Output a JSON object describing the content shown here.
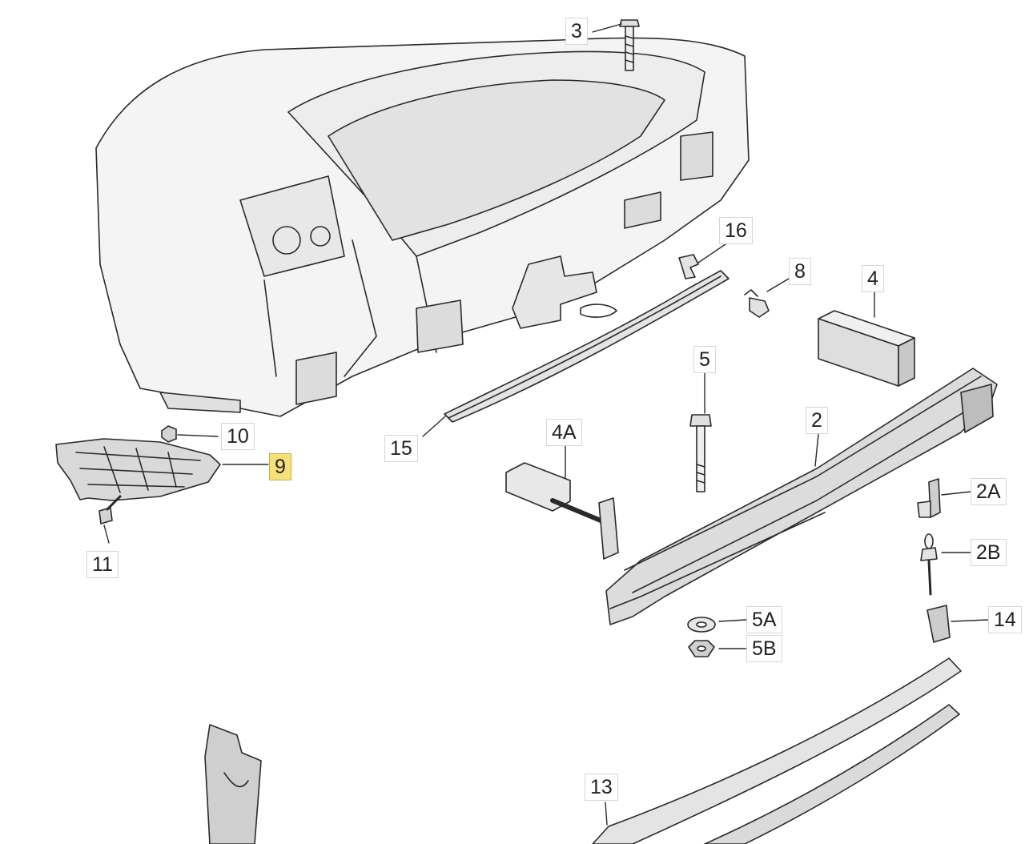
{
  "colors": {
    "line": "#2a2a2a",
    "part_fill": "#e9e9e9",
    "part_shade": "#cfcfcf",
    "part_dark": "#9a9a9a",
    "highlight": "#f5e17a"
  },
  "callouts": {
    "c3": {
      "label": "3",
      "highlighted": false
    },
    "c16": {
      "label": "16",
      "highlighted": false
    },
    "c8": {
      "label": "8",
      "highlighted": false
    },
    "c4": {
      "label": "4",
      "highlighted": false
    },
    "c5": {
      "label": "5",
      "highlighted": false
    },
    "c10": {
      "label": "10",
      "highlighted": false
    },
    "c9": {
      "label": "9",
      "highlighted": true
    },
    "c11": {
      "label": "11",
      "highlighted": false
    },
    "c15": {
      "label": "15",
      "highlighted": false
    },
    "c4A": {
      "label": "4A",
      "highlighted": false
    },
    "c2": {
      "label": "2",
      "highlighted": false
    },
    "c2A": {
      "label": "2A",
      "highlighted": false
    },
    "c2B": {
      "label": "2B",
      "highlighted": false
    },
    "c5A": {
      "label": "5A",
      "highlighted": false
    },
    "c5B": {
      "label": "5B",
      "highlighted": false
    },
    "c14": {
      "label": "14",
      "highlighted": false
    },
    "c13": {
      "label": "13",
      "highlighted": false
    }
  }
}
